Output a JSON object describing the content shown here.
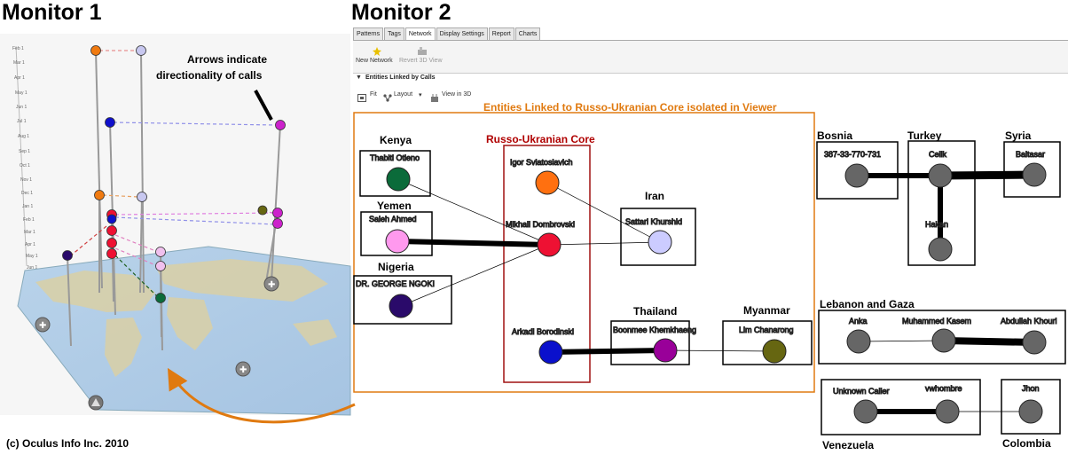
{
  "monitor1": {
    "title": "Monitor 1",
    "annotation_line1": "Arrows indicate",
    "annotation_line2": "directionality of calls",
    "months": [
      "Feb 1",
      "Mar 1",
      "Apr 1",
      "May 1",
      "Jun 1",
      "Jul 1",
      "Aug 1",
      "Sep 1",
      "Oct 1",
      "Nov 1",
      "Dec 1",
      "Jan 1",
      "Feb 1",
      "Mar 1",
      "Apr 1",
      "May 1",
      "Jun 1"
    ]
  },
  "monitor2": {
    "title": "Monitor 2",
    "tabs": [
      "Patterns",
      "Tags",
      "Network",
      "Display Settings",
      "Report",
      "Charts"
    ],
    "active_tab": "Network",
    "toolbar": {
      "new_network": "New Network",
      "revert_3d": "Revert 3D View"
    },
    "section_title": "Entities Linked by Calls",
    "section_tools": {
      "fit": "Fit",
      "layout": "Layout",
      "view3d": "View in 3D"
    },
    "viewer_caption": "Entities Linked to Russo-Ukranian Core  isolated in Viewer",
    "core_label": "Russo-Ukranian Core"
  },
  "network": {
    "groups": {
      "kenya": "Kenya",
      "yemen": "Yemen",
      "nigeria": "Nigeria",
      "iran": "Iran",
      "thailand": "Thailand",
      "myanmar": "Myanmar",
      "bosnia": "Bosnia",
      "turkey": "Turkey",
      "syria": "Syria",
      "lebanon": "Lebanon and Gaza",
      "venezuela": "Venezuela",
      "colombia": "Colombia"
    },
    "nodes": {
      "thabiti": {
        "label": "Thabiti Otieno",
        "color": "#0b6b3a"
      },
      "saleh": {
        "label": "Saleh Ahmed",
        "color": "#ff99ee"
      },
      "ngoki": {
        "label": "DR. GEORGE NGOKI",
        "color": "#2a0a6a"
      },
      "igor": {
        "label": "Igor Sviatoslavich",
        "color": "#ff7010"
      },
      "mikhail": {
        "label": "Mikhail Dombrovski",
        "color": "#ee1133"
      },
      "arkadi": {
        "label": "Arkadi Borodinski",
        "color": "#0a10cc"
      },
      "sattari": {
        "label": "Sattari Khurshid",
        "color": "#ccccff"
      },
      "boonmee": {
        "label": "Boonmee Khemkhaeng",
        "color": "#990099"
      },
      "lim": {
        "label": "Lim Chanarong",
        "color": "#666611"
      },
      "bosnianum": {
        "label": "387-33-770-731",
        "color": "#666666"
      },
      "celik": {
        "label": "Celik",
        "color": "#666666"
      },
      "hakan": {
        "label": "Hakan",
        "color": "#666666"
      },
      "baltasar": {
        "label": "Baltasar",
        "color": "#666666"
      },
      "anka": {
        "label": "Anka",
        "color": "#666666"
      },
      "kasem": {
        "label": "Muhammed Kasem",
        "color": "#666666"
      },
      "khouri": {
        "label": "Abdullah Khouri",
        "color": "#666666"
      },
      "unknown": {
        "label": "Unknown Caller",
        "color": "#666666"
      },
      "vwhombre": {
        "label": "vwhombre",
        "color": "#666666"
      },
      "jhon": {
        "label": "Jhon",
        "color": "#666666"
      }
    }
  },
  "credit": "(c) Oculus Info Inc. 2010"
}
